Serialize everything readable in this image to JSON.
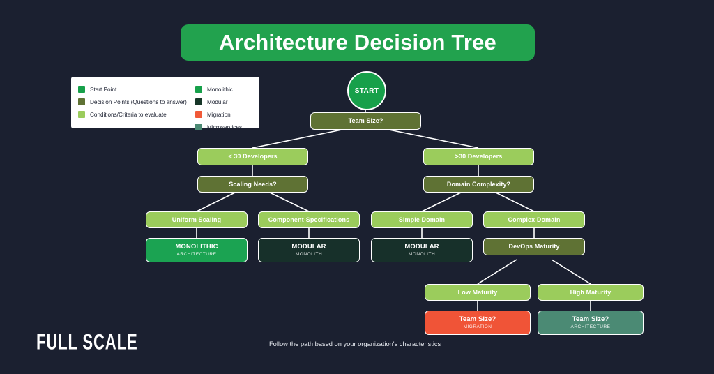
{
  "page": {
    "background": "#1b2030",
    "title": "Architecture Decision Tree",
    "title_bg": "#22a24e",
    "caption": "Follow the path based on your organization's characteristics",
    "logo": "FULL SCALE"
  },
  "legend": {
    "left_items": [
      {
        "label": "Start Point",
        "color": "#17a04a"
      },
      {
        "label": "Decision Points (Questions to answer)",
        "color": "#5f7234"
      },
      {
        "label": "Conditions/Criteria to evaluate",
        "color": "#9bcc5c"
      }
    ],
    "right_items": [
      {
        "label": "Monolithic",
        "color": "#17a04a"
      },
      {
        "label": "Modular",
        "color": "#173628"
      },
      {
        "label": "Migration",
        "color": "#f15a38"
      },
      {
        "label": "Microservices",
        "color": "#4b8a74"
      }
    ]
  },
  "colors": {
    "start": "#17a04a",
    "decision": "#5f7234",
    "condition": "#9bcc5c",
    "monolithic": "#1ba352",
    "modular": "#17302a",
    "migration": "#f05437",
    "microservices": "#4b8a74",
    "connector": "#ffffff"
  },
  "tree": {
    "start": {
      "label": "START"
    },
    "nodes": [
      {
        "id": "team-size",
        "label": "Team Size?",
        "sub": "",
        "type": "decision"
      },
      {
        "id": "lt30-developers",
        "label": "< 30 Developers",
        "sub": "",
        "type": "condition"
      },
      {
        "id": "gt30-developers",
        "label": ">30 Developers",
        "sub": "",
        "type": "condition"
      },
      {
        "id": "scaling-needs",
        "label": "Scaling Needs?",
        "sub": "",
        "type": "decision"
      },
      {
        "id": "domain-complexity",
        "label": "Domain Complexity?",
        "sub": "",
        "type": "decision"
      },
      {
        "id": "uniform-scaling",
        "label": "Uniform Scaling",
        "sub": "",
        "type": "condition"
      },
      {
        "id": "component-specs",
        "label": "Component-Specifications",
        "sub": "",
        "type": "condition"
      },
      {
        "id": "simple-domain",
        "label": "Simple Domain",
        "sub": "",
        "type": "condition"
      },
      {
        "id": "complex-domain",
        "label": "Complex Domain",
        "sub": "",
        "type": "condition"
      },
      {
        "id": "monolithic",
        "label": "MONOLITHIC",
        "sub": "ARCHITECTURE",
        "type": "monolithic"
      },
      {
        "id": "modular-left",
        "label": "MODULAR",
        "sub": "MONOLITH",
        "type": "modular"
      },
      {
        "id": "modular-right",
        "label": "MODULAR",
        "sub": "MONOLITH",
        "type": "modular"
      },
      {
        "id": "devops-maturity",
        "label": "DevOps Maturity",
        "sub": "",
        "type": "decision"
      },
      {
        "id": "low-maturity",
        "label": "Low Maturity",
        "sub": "",
        "type": "condition"
      },
      {
        "id": "high-maturity",
        "label": "High Maturity",
        "sub": "",
        "type": "condition"
      },
      {
        "id": "migration",
        "label": "Team Size?",
        "sub": "MIGRATION",
        "type": "migration"
      },
      {
        "id": "architecture",
        "label": "Team Size?",
        "sub": "ARCHITECTURE",
        "type": "microservices"
      }
    ]
  }
}
